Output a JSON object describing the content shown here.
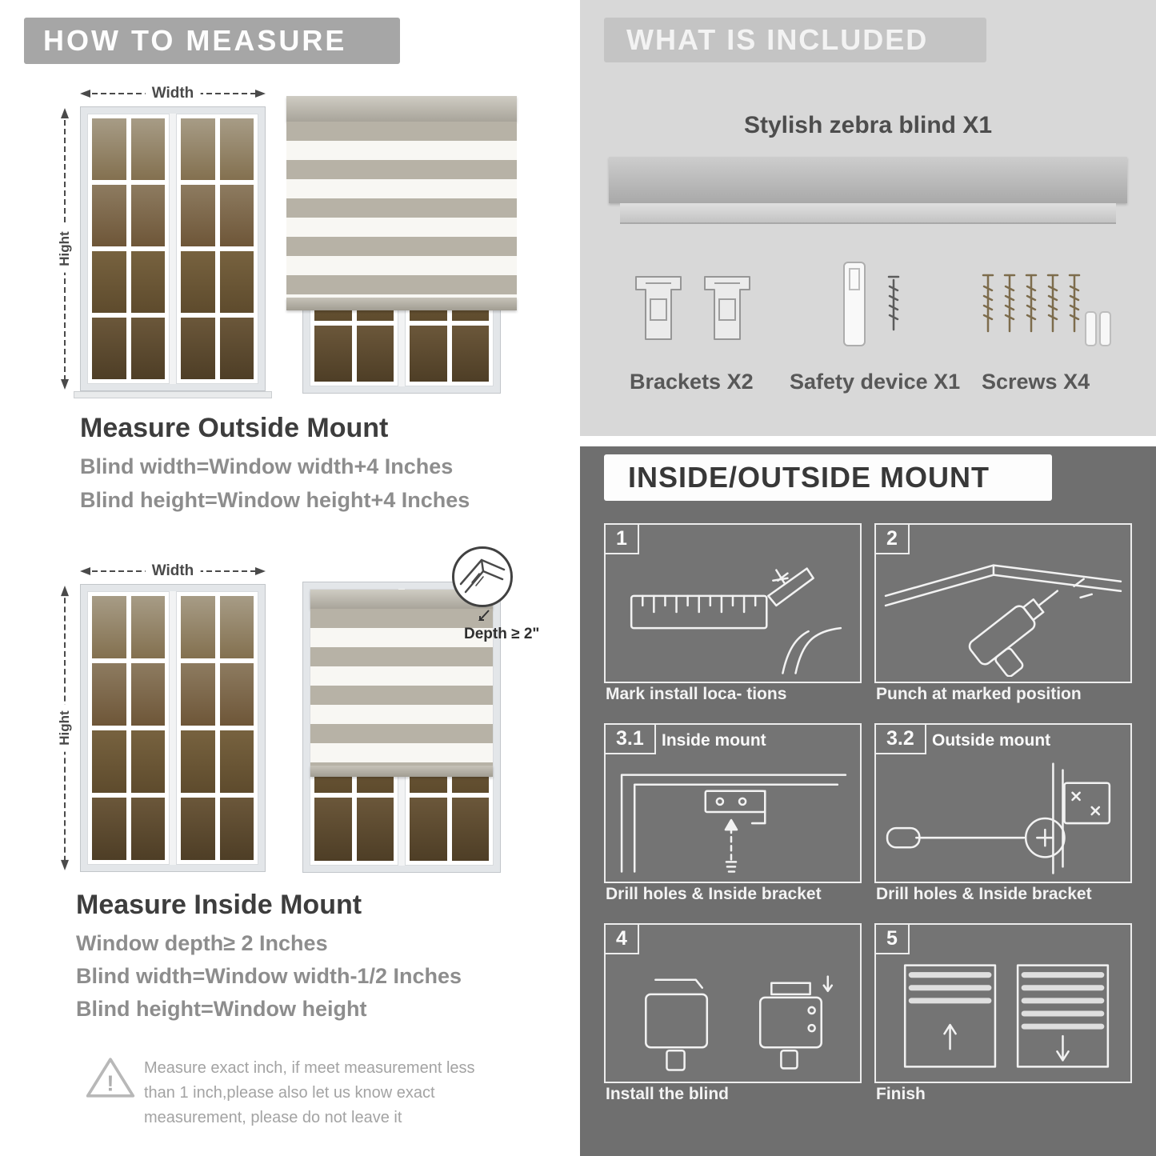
{
  "colors": {
    "left_banner": "#a6a6a6",
    "included_panel": "#d8d8d8",
    "included_banner": "#c4c4c4",
    "mount_panel": "#6f6f6f",
    "muted_text": "#8d8d8d"
  },
  "left": {
    "header": "HOW TO MEASURE",
    "width_label": "Width",
    "height_label": "Hight",
    "depth_label": "Depth ≥ 2\"",
    "outside": {
      "title": "Measure Outside Mount",
      "line1": "Blind width=Window width+4 Inches",
      "line2": "Blind height=Window height+4 Inches"
    },
    "inside": {
      "title": "Measure Inside Mount",
      "line1": "Window depth≥ 2 Inches",
      "line2": "Blind width=Window width-1/2 Inches",
      "line3": "Blind height=Window height"
    },
    "warning": "Measure exact inch, if meet measurement less than 1 inch,please also let us know exact measurement, please do not leave it"
  },
  "included": {
    "header": "WHAT IS INCLUDED",
    "blind_label": "Stylish zebra blind X1",
    "brackets_label": "Brackets X2",
    "safety_label": "Safety device X1",
    "screws_label": "Screws X4"
  },
  "mount": {
    "header": "INSIDE/OUTSIDE MOUNT",
    "steps": [
      {
        "num": "1",
        "title": "",
        "caption": "Mark install loca- tions"
      },
      {
        "num": "2",
        "title": "",
        "caption": "Punch at  marked position"
      },
      {
        "num": "3.1",
        "title": "Inside mount",
        "caption": "Drill holes &  Inside bracket"
      },
      {
        "num": "3.2",
        "title": "Outside mount",
        "caption": "Drill holes &  Inside bracket"
      },
      {
        "num": "4",
        "title": "",
        "caption": "Install the blind"
      },
      {
        "num": "5",
        "title": "",
        "caption": "Finish"
      }
    ]
  }
}
